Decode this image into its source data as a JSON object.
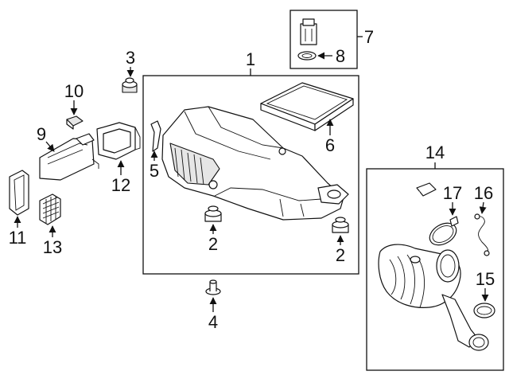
{
  "callouts": {
    "n1": "1",
    "n2a": "2",
    "n2b": "2",
    "n3": "3",
    "n4": "4",
    "n5": "5",
    "n6": "6",
    "n7": "7",
    "n8": "8",
    "n9": "9",
    "n10": "10",
    "n11": "11",
    "n12": "12",
    "n13": "13",
    "n14": "14",
    "n15": "15",
    "n16": "16",
    "n17": "17"
  }
}
